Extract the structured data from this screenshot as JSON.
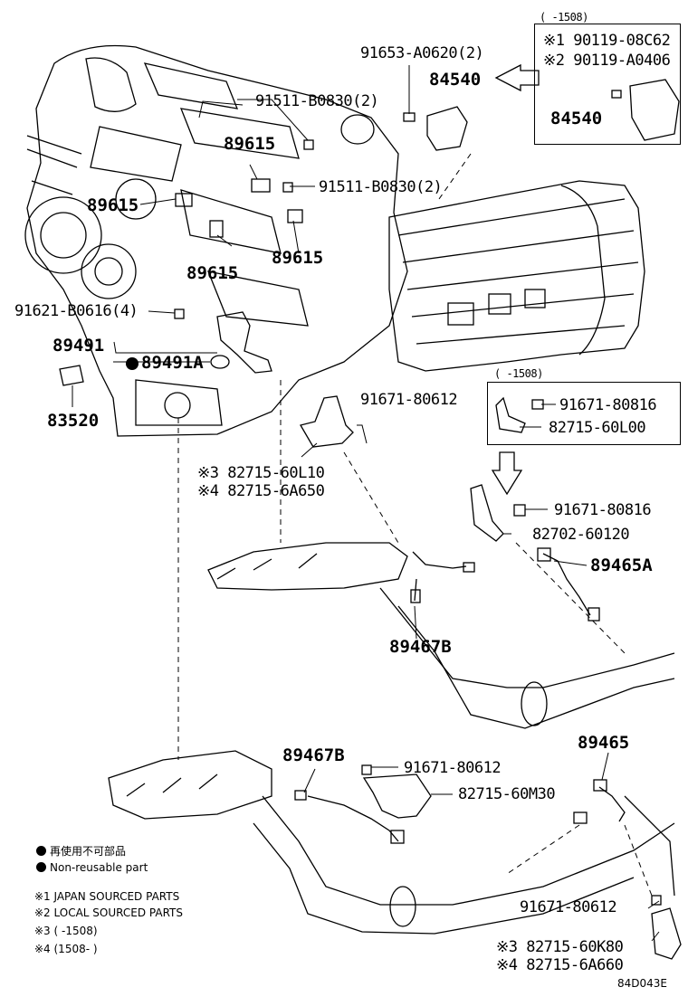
{
  "box_top": {
    "header": "(      -1508)",
    "line1": "※1 90119-08C62",
    "line2": "※2 90119-A0406",
    "part": "84540"
  },
  "box_mid": {
    "header": "(      -1508)",
    "line1": "91671-80816",
    "line2": "82715-60L00"
  },
  "labels": {
    "p91653": "91653-A0620(2)",
    "p84540": "84540",
    "p91511a": "91511-B0830(2)",
    "p89615a": "89615",
    "p91511b": "91511-B0830(2)",
    "p89615b": "89615",
    "p89615c": "89615",
    "p89615d": "89615",
    "p91621": "91621-B0616(4)",
    "p89491": "89491",
    "p89491a": "89491A",
    "p83520": "83520",
    "p91671a": "91671-80612",
    "p82715a": "※3 82715-60L10",
    "p82715b": "※4 82715-6A650",
    "p91671b": "91671-80816",
    "p82702": "82702-60120",
    "p89465a": "89465A",
    "p89467b1": "89467B",
    "p89467b2": "89467B",
    "p91671c": "91671-80612",
    "p82715c": "82715-60M30",
    "p89465": "89465",
    "p91671d": "91671-80612",
    "p82715d": "※3 82715-60K80",
    "p82715e": "※4 82715-6A660"
  },
  "legend": {
    "line1": "再使用不可部品",
    "line2": "Non-reusable part",
    "note1": "※1 JAPAN SOURCED PARTS",
    "note2": "※2 LOCAL SOURCED PARTS",
    "note3": "※3 (      -1508)",
    "note4": "※4 (1508-      )"
  },
  "figure_code": "84D043E"
}
